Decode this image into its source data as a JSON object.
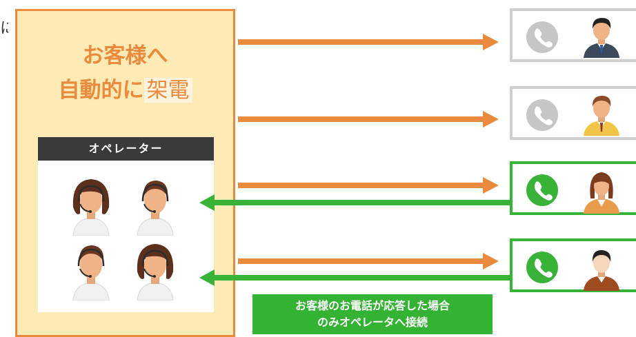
{
  "stray_char": "に",
  "panel": {
    "title_line1": "お客様へ",
    "title_line2_a": "自動的に",
    "title_line2_b": "架電",
    "operator_header": "オペレーター"
  },
  "callout": {
    "line1": "お客様のお電話が応答した場合",
    "line2": "のみオペレータへ接続"
  },
  "colors": {
    "orange": "#ea8a3c",
    "green": "#39b238",
    "grey": "#c6c6c6",
    "panel_fill": "#fdeab4"
  },
  "customers": [
    {
      "status": "unanswered",
      "icon": "phone-icon-grey"
    },
    {
      "status": "unanswered",
      "icon": "phone-icon-grey"
    },
    {
      "status": "answered",
      "icon": "phone-icon-green"
    },
    {
      "status": "answered",
      "icon": "phone-icon-green"
    }
  ]
}
